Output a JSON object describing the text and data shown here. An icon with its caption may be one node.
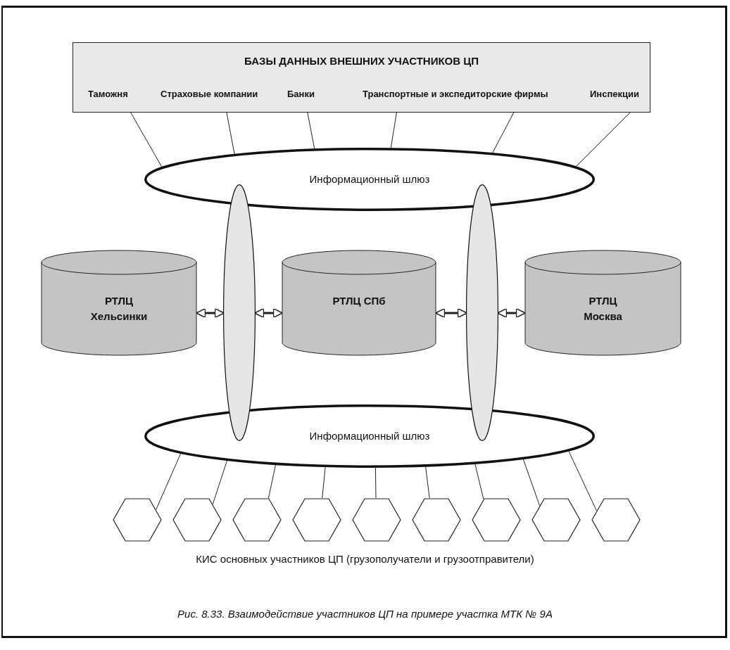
{
  "diagram": {
    "caption": "Рис. 8.33. Взаимодействие участников ЦП на примере участка МТК № 9А",
    "nodes": [
      {
        "text": [
          "БАЗЫ ДАННЫХ ВНЕШНИХ УЧАСТНИКОВ ЦП",
          "Таможня",
          "Страховые компании",
          "Банки",
          "Транспортные и экспедиторские фирмы",
          "Инспекции"
        ]
      },
      {
        "text": [
          "Информационный шлюз"
        ]
      },
      {
        "text": [
          "РТЛЦ Хельсинки"
        ]
      },
      {
        "text": [],
        "shape": "ellipse"
      },
      {
        "text": [
          "РТЛЦ СПб"
        ]
      },
      {
        "text": [],
        "shape": "ellipse"
      },
      {
        "text": [
          "РТЛЦ Москва"
        ]
      },
      {
        "text": [
          "Информационный шлюз"
        ]
      },
      {
        "text": [],
        "shape": "hexagon"
      },
      {
        "text": [],
        "shape": "hexagon"
      },
      {
        "text": [],
        "shape": "hexagon"
      },
      {
        "text": [],
        "shape": "hexagon"
      },
      {
        "text": [],
        "shape": "hexagon"
      },
      {
        "text": [],
        "shape": "hexagon"
      },
      {
        "text": [],
        "shape": "hexagon"
      },
      {
        "text": [],
        "shape": "hexagon"
      },
      {
        "text": [],
        "shape": "hexagon"
      }
    ],
    "edges": [
      {
        "from": 0,
        "to": 1,
        "arrow": "none"
      },
      {
        "from": 0,
        "to": 1,
        "arrow": "none"
      },
      {
        "from": 0,
        "to": 1,
        "arrow": "none"
      },
      {
        "from": 0,
        "to": 1,
        "arrow": "none"
      },
      {
        "from": 0,
        "to": 1,
        "arrow": "none"
      },
      {
        "from": 0,
        "to": 1,
        "arrow": "none"
      },
      {
        "from": 2,
        "to": 3,
        "arrow": "both",
        "style": "thick"
      },
      {
        "from": 3,
        "to": 4,
        "arrow": "both",
        "style": "thick"
      },
      {
        "from": 4,
        "to": 5,
        "arrow": "both",
        "style": "thick"
      },
      {
        "from": 5,
        "to": 6,
        "arrow": "both",
        "style": "thick"
      },
      {
        "from": 7,
        "to": 8,
        "arrow": "none"
      },
      {
        "from": 7,
        "to": 9,
        "arrow": "none"
      },
      {
        "from": 7,
        "to": 10,
        "arrow": "none"
      },
      {
        "from": 7,
        "to": 11,
        "arrow": "none"
      },
      {
        "from": 7,
        "to": 12,
        "arrow": "none"
      },
      {
        "from": 7,
        "to": 13,
        "arrow": "none"
      },
      {
        "from": 7,
        "to": 14,
        "arrow": "none"
      },
      {
        "from": 7,
        "to": 15,
        "arrow": "none"
      },
      {
        "from": 7,
        "to": 16,
        "arrow": "none"
      }
    ],
    "labels": [
      "КИС основных участников ЦП (грузополучатели и грузоотправители)"
    ]
  }
}
